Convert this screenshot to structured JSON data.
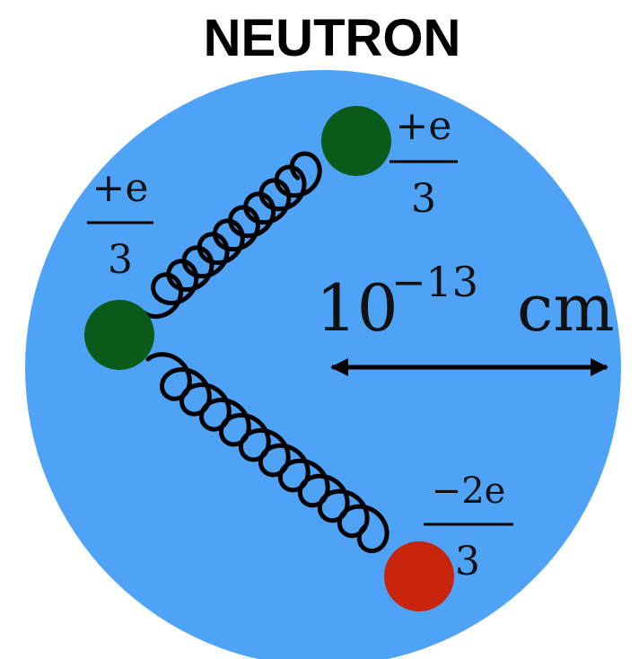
{
  "title": "NEUTRON",
  "colors": {
    "background": "#ffffff",
    "nucleon": "#4fa3f7",
    "quark_up": "#0a5a1a",
    "quark_down": "#c8230b",
    "line": "#000000"
  },
  "quarks": [
    {
      "name": "up-quark-left",
      "charge_num": "+e",
      "charge_den": "3",
      "color_key": "quark_up"
    },
    {
      "name": "up-quark-top",
      "charge_num": "+e",
      "charge_den": "3",
      "color_key": "quark_up"
    },
    {
      "name": "down-quark-bottom",
      "charge_num": "−2e",
      "charge_den": "3",
      "color_key": "quark_down"
    }
  ],
  "scale": {
    "base": "10",
    "exponent": "−13",
    "unit": "cm"
  }
}
